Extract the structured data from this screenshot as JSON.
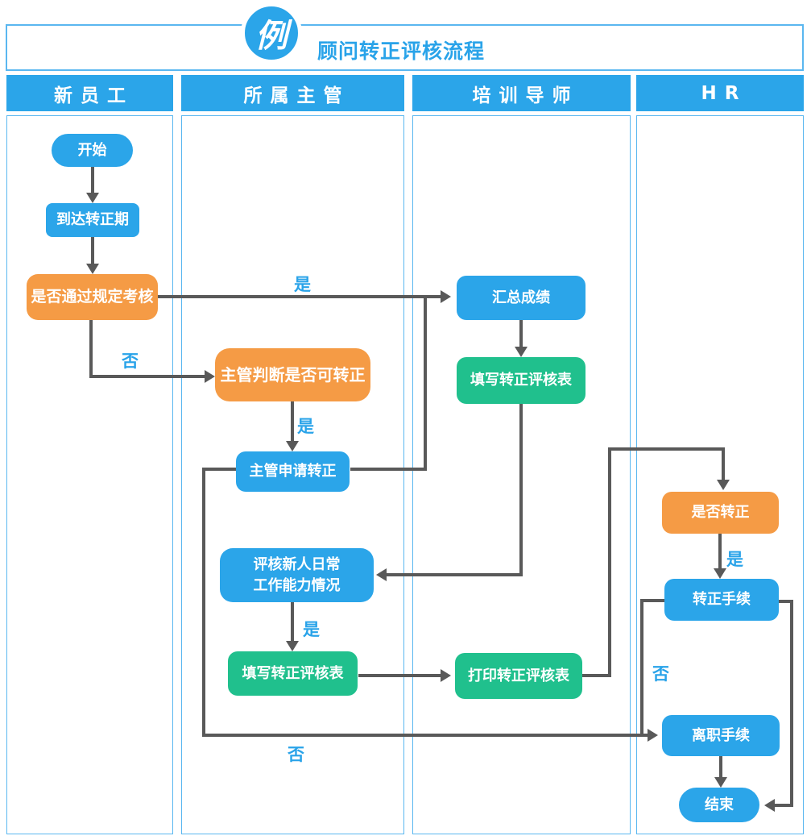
{
  "title": {
    "badge": "例",
    "text": "顾问转正评核流程"
  },
  "lanes": [
    {
      "label": "新员工"
    },
    {
      "label": "所属主管"
    },
    {
      "label": "培训导师"
    },
    {
      "label": "HR"
    }
  ],
  "nodes": {
    "start": "开始",
    "reach_period": "到达转正期",
    "pass_exam": "是否通过规定考核",
    "supervisor_judge": "主管判断是否可转正",
    "supervisor_apply": "主管申请转正",
    "assess_line1": "评核新人日常",
    "assess_line2": "工作能力情况",
    "supervisor_fill_form": "填写转正评核表",
    "collect_scores": "汇总成绩",
    "mentor_fill_form": "填写转正评核表",
    "print_form": "打印转正评核表",
    "hr_confirm": "是否转正",
    "regular_procedure": "转正手续",
    "resign_procedure": "离职手续",
    "end": "结束"
  },
  "edge_labels": {
    "pass_yes": "是",
    "pass_no": "否",
    "judge_yes": "是",
    "assess_yes": "是",
    "confirm_yes": "是",
    "confirm_no": "否",
    "apply_no": "否"
  },
  "colors": {
    "blue": "#2BA5E9",
    "orange": "#F59B45",
    "green": "#20C08D",
    "arrow": "#595959",
    "lane_border": "#5AB7F0",
    "label_text": "#29A3E9"
  }
}
